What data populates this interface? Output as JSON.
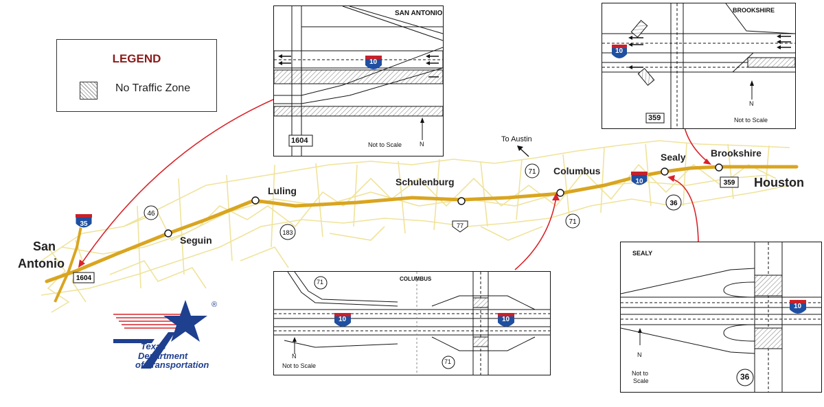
{
  "legend": {
    "title": "LEGEND",
    "item": "No Traffic Zone"
  },
  "cities": {
    "san_antonio_1": "San",
    "san_antonio_2": "Antonio",
    "seguin": "Seguin",
    "luling": "Luling",
    "schulenburg": "Schulenburg",
    "columbus": "Columbus",
    "sealy": "Sealy",
    "brookshire": "Brookshire",
    "houston": "Houston",
    "to_austin": "To Austin"
  },
  "route_shields": {
    "i35": "35",
    "r46": "46",
    "r183": "183",
    "r77": "77",
    "r71_top": "71",
    "r71_bottom": "71",
    "r36": "36",
    "r1604": "1604",
    "r359": "359",
    "i10_main": "10"
  },
  "insets": {
    "san_antonio": {
      "title": "SAN ANTONIO",
      "shield": "10",
      "route": "1604",
      "scale": "Not to Scale",
      "north": "N"
    },
    "brookshire": {
      "title": "BROOKSHIRE",
      "shield": "10",
      "route": "359",
      "scale": "Not to Scale",
      "north": "N"
    },
    "columbus": {
      "title": "COLUMBUS",
      "shield_left": "10",
      "shield_right": "10",
      "route_top": "71",
      "route_bottom": "71",
      "scale": "Not to Scale",
      "north": "N"
    },
    "sealy": {
      "title": "SEALY",
      "shield": "10",
      "route": "36",
      "scale_line1": "Not to",
      "scale_line2": "Scale",
      "north": "N"
    }
  },
  "agency": {
    "line1": "Texas",
    "line2": "Department",
    "line3": "of Transportation",
    "reg": "®"
  },
  "colors": {
    "highway": "#d9a520",
    "roads": "#efe39a",
    "arrow": "#d8232a",
    "interstate_blue": "#1f4fa0",
    "interstate_red": "#c8202a"
  }
}
